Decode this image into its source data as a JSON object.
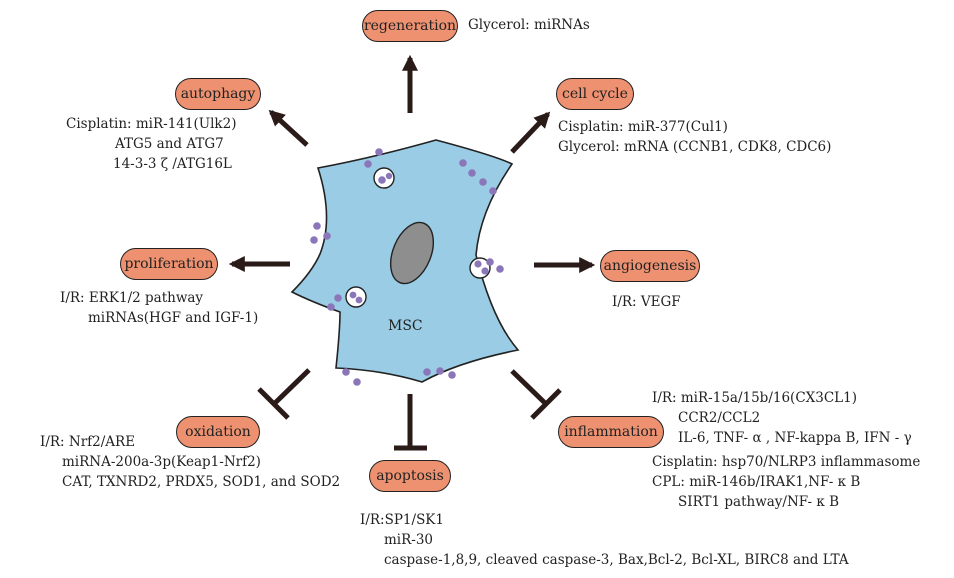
{
  "colors": {
    "pill_fill": "#ED9170",
    "cell_fill": "#9ACDE5",
    "nucleus_fill": "#8E8E8E",
    "vesicle_fill": "#8A76B8",
    "arrow_stroke": "#2A1A18",
    "outline": "#222222"
  },
  "cell": {
    "label": "MSC"
  },
  "nodes": {
    "regeneration": {
      "label": "regeneration",
      "notes": [
        "Glycerol: miRNAs"
      ]
    },
    "autophagy": {
      "label": "autophagy",
      "notes": [
        "Cisplatin: miR-141(Ulk2)",
        "ATG5 and ATG7",
        "14-3-3 ζ /ATG16L"
      ]
    },
    "cell_cycle": {
      "label": "cell cycle",
      "notes": [
        "Cisplatin: miR-377(Cul1)",
        "Glycerol: mRNA (CCNB1, CDK8, CDC6)"
      ]
    },
    "proliferation": {
      "label": "proliferation",
      "notes": [
        "I/R: ERK1/2 pathway",
        "miRNAs(HGF and IGF-1)"
      ]
    },
    "angiogenesis": {
      "label": "angiogenesis",
      "notes": [
        "I/R: VEGF"
      ]
    },
    "oxidation": {
      "label": "oxidation",
      "notes": [
        "I/R: Nrf2/ARE",
        "miRNA-200a-3p(Keap1-Nrf2)",
        "CAT, TXNRD2, PRDX5, SOD1, and SOD2"
      ]
    },
    "apoptosis": {
      "label": "apoptosis",
      "notes": [
        "I/R:SP1/SK1",
        "miR-30",
        "caspase-1,8,9, cleaved caspase-3, Bax,Bcl-2, Bcl-XL, BIRC8 and LTA"
      ]
    },
    "inflammation": {
      "label": "inflammation",
      "notes": [
        "I/R: miR-15a/15b/16(CX3CL1)",
        "CCR2/CCL2",
        "IL-6, TNF- α , NF-kappa B, IFN - γ",
        "Cisplatin: hsp70/NLRP3 inflammasome",
        "CPL: miR-146b/IRAK1,NF- κ B",
        "SIRT1 pathway/NF- κ B"
      ]
    }
  }
}
